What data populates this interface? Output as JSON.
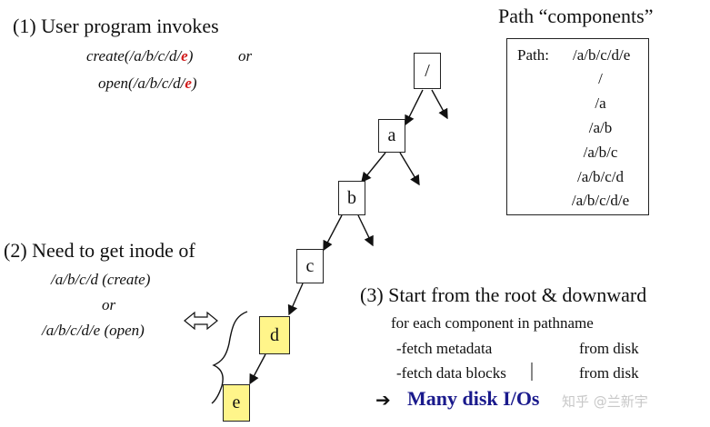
{
  "step1": {
    "title": "(1) User program invokes",
    "create_prefix": "create(/a/b/c/d/",
    "create_red": "e",
    "create_suffix": ")",
    "or": "or",
    "open_prefix": "open(/a/b/c/d/",
    "open_red": "e",
    "open_suffix": ")"
  },
  "path_components": {
    "title": "Path “components”",
    "label": "Path:",
    "path": "/a/b/c/d/e",
    "items": [
      "/",
      "/a",
      "/a/b",
      "/a/b/c",
      "/a/b/c/d",
      "/a/b/c/d/e"
    ]
  },
  "tree": {
    "nodes": [
      "/",
      "a",
      "b",
      "c",
      "d",
      "e"
    ],
    "highlighted": [
      "d",
      "e"
    ],
    "highlight_color": "#fff58a"
  },
  "step2": {
    "title": "(2) Need to get inode of",
    "line1": "/a/b/c/d  (create)",
    "or": "or",
    "line2": "/a/b/c/d/e (open)"
  },
  "step3": {
    "title": "(3) Start from the root & downward",
    "sub": "for each component in pathname",
    "rows": [
      {
        "left": "-fetch metadata",
        "right": "from disk"
      },
      {
        "left": "-fetch data blocks",
        "right": "from disk"
      }
    ],
    "arrow": "➔",
    "conclusion": "Many disk I/Os",
    "conclusion_color": "#1a1a8c"
  },
  "watermark": "知乎 @兰新宇"
}
